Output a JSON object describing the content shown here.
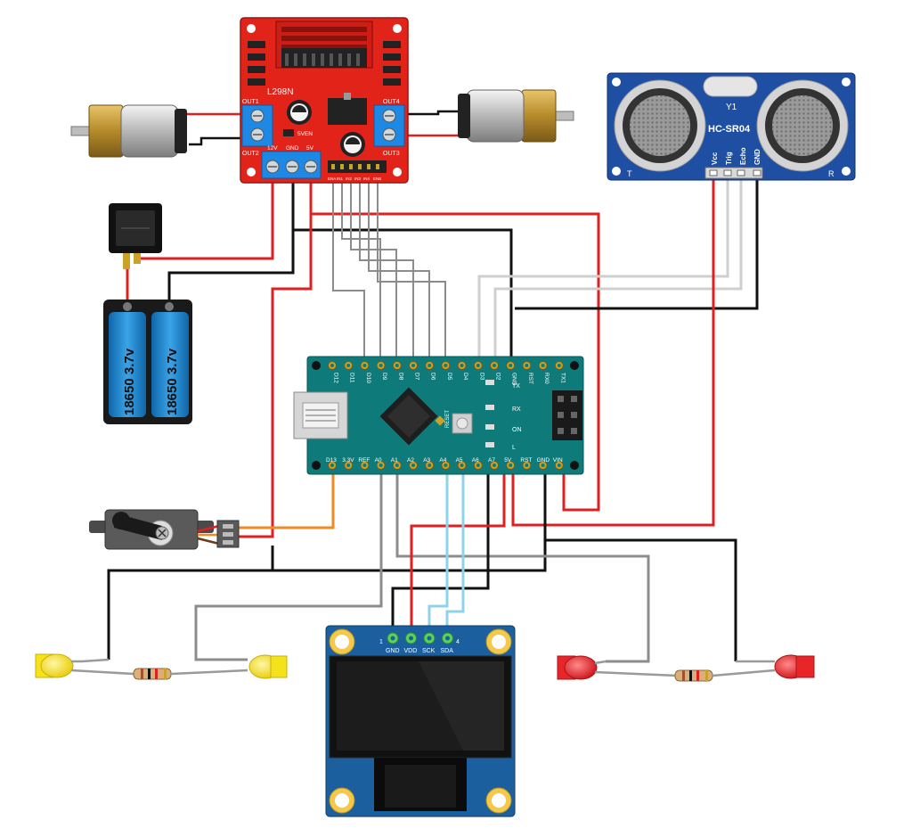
{
  "colors": {
    "wire_red": "#e02020",
    "wire_black": "#111111",
    "wire_gray": "#8c8c8c",
    "wire_light_gray": "#cfcfcf",
    "wire_orange": "#f08a24",
    "wire_light_blue": "#8fd3ea",
    "l298n_board": "#e2231a",
    "nano_board": "#0f7a7a",
    "hcsr04_board": "#1f4fa3",
    "oled_board": "#1b5f9e",
    "terminal_blue": "#1e88e5",
    "battery_blue": "#1e88d6",
    "led_yellow": "#f5e21b",
    "led_red": "#e8262a"
  },
  "l298n": {
    "name": "L298N",
    "out1": "OUT1",
    "out2": "OUT2",
    "out3": "OUT3",
    "out4": "OUT4",
    "power_labels": [
      "12V",
      "GND",
      "5V"
    ],
    "jumper": "5VEN",
    "header_labels": [
      "ENA",
      "IN1",
      "IN2",
      "IN3",
      "IN4",
      "ENB"
    ]
  },
  "hcsr04": {
    "designator": "Y1",
    "name": "HC-SR04",
    "t_label": "T",
    "r_label": "R",
    "pins": [
      "Vcc",
      "Trig",
      "Echo",
      "GND"
    ]
  },
  "battery": {
    "cells": [
      {
        "text": "18650 3.7v"
      },
      {
        "text": "18650 3.7v"
      }
    ]
  },
  "nano": {
    "top_pins": [
      "D12",
      "D11",
      "D10",
      "D9",
      "D8",
      "D7",
      "D6",
      "D5",
      "D4",
      "D3",
      "D2",
      "GND",
      "RST",
      "RX0",
      "TX1"
    ],
    "bottom_pins": [
      "D13",
      "3.3V",
      "REF",
      "A0",
      "A1",
      "A2",
      "A3",
      "A4",
      "A5",
      "A6",
      "A7",
      "5V",
      "RST",
      "GND",
      "VIN"
    ],
    "tx_label": "TX",
    "rx_label": "RX",
    "on_label": "ON",
    "l_label": "L",
    "reset_label": "RESET"
  },
  "oled": {
    "pins": [
      "GND",
      "VDD",
      "SCK",
      "SDA"
    ],
    "pin_first": "1",
    "pin_last": "4"
  }
}
